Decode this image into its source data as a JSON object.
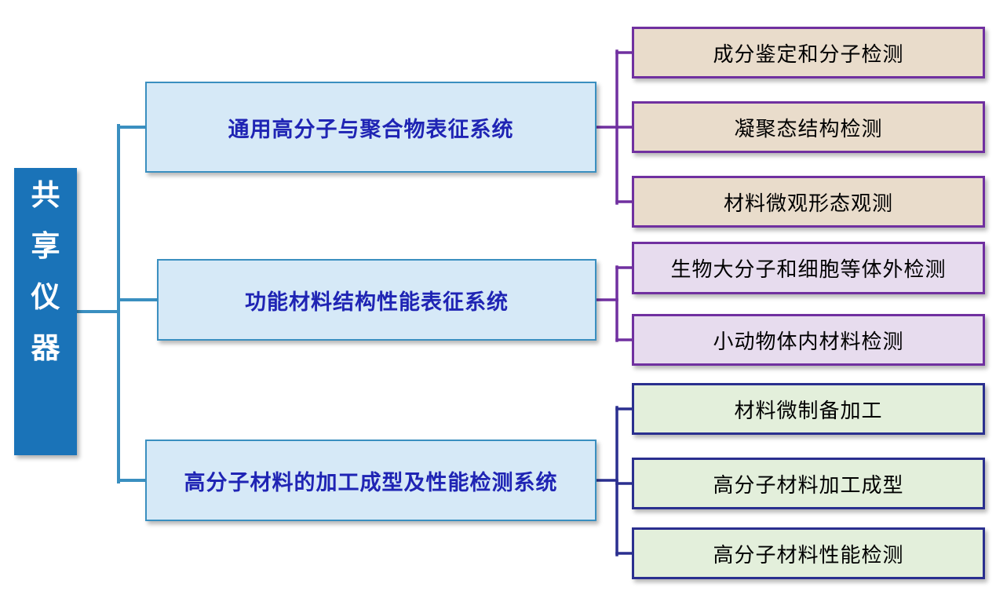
{
  "diagram": {
    "root": {
      "label": "共享仪器",
      "chars": [
        "共",
        "享",
        "仪",
        "器"
      ]
    },
    "branches": [
      {
        "label": "通用高分子与聚合物表征系统",
        "children": [
          "成分鉴定和分子检测",
          "凝聚态结构检测",
          "材料微观形态观测"
        ]
      },
      {
        "label": "功能材料结构性能表征系统",
        "children": [
          "生物大分子和细胞等体外检测",
          "小动物体内材料检测"
        ]
      },
      {
        "label": "高分子材料的加工成型及性能检测系统",
        "children": [
          "材料微制备加工",
          "高分子材料加工成型",
          "高分子材料性能检测"
        ]
      }
    ],
    "colors": {
      "root_fill": "#1a73b8",
      "root_text": "#ffffff",
      "branch_fill": "#d6e9f7",
      "branch_border": "#3a8fc0",
      "branch_text": "#1f24b4",
      "leaf_group1_fill": "#e9dccb",
      "leaf_group2_fill": "#e7dcee",
      "leaf_group3_fill": "#e3efdb",
      "purple_border": "#7030a0",
      "dark_blue_border": "#2a2f8f",
      "root_connector": "#3a8fc0",
      "leaf_text": "#000000"
    }
  }
}
